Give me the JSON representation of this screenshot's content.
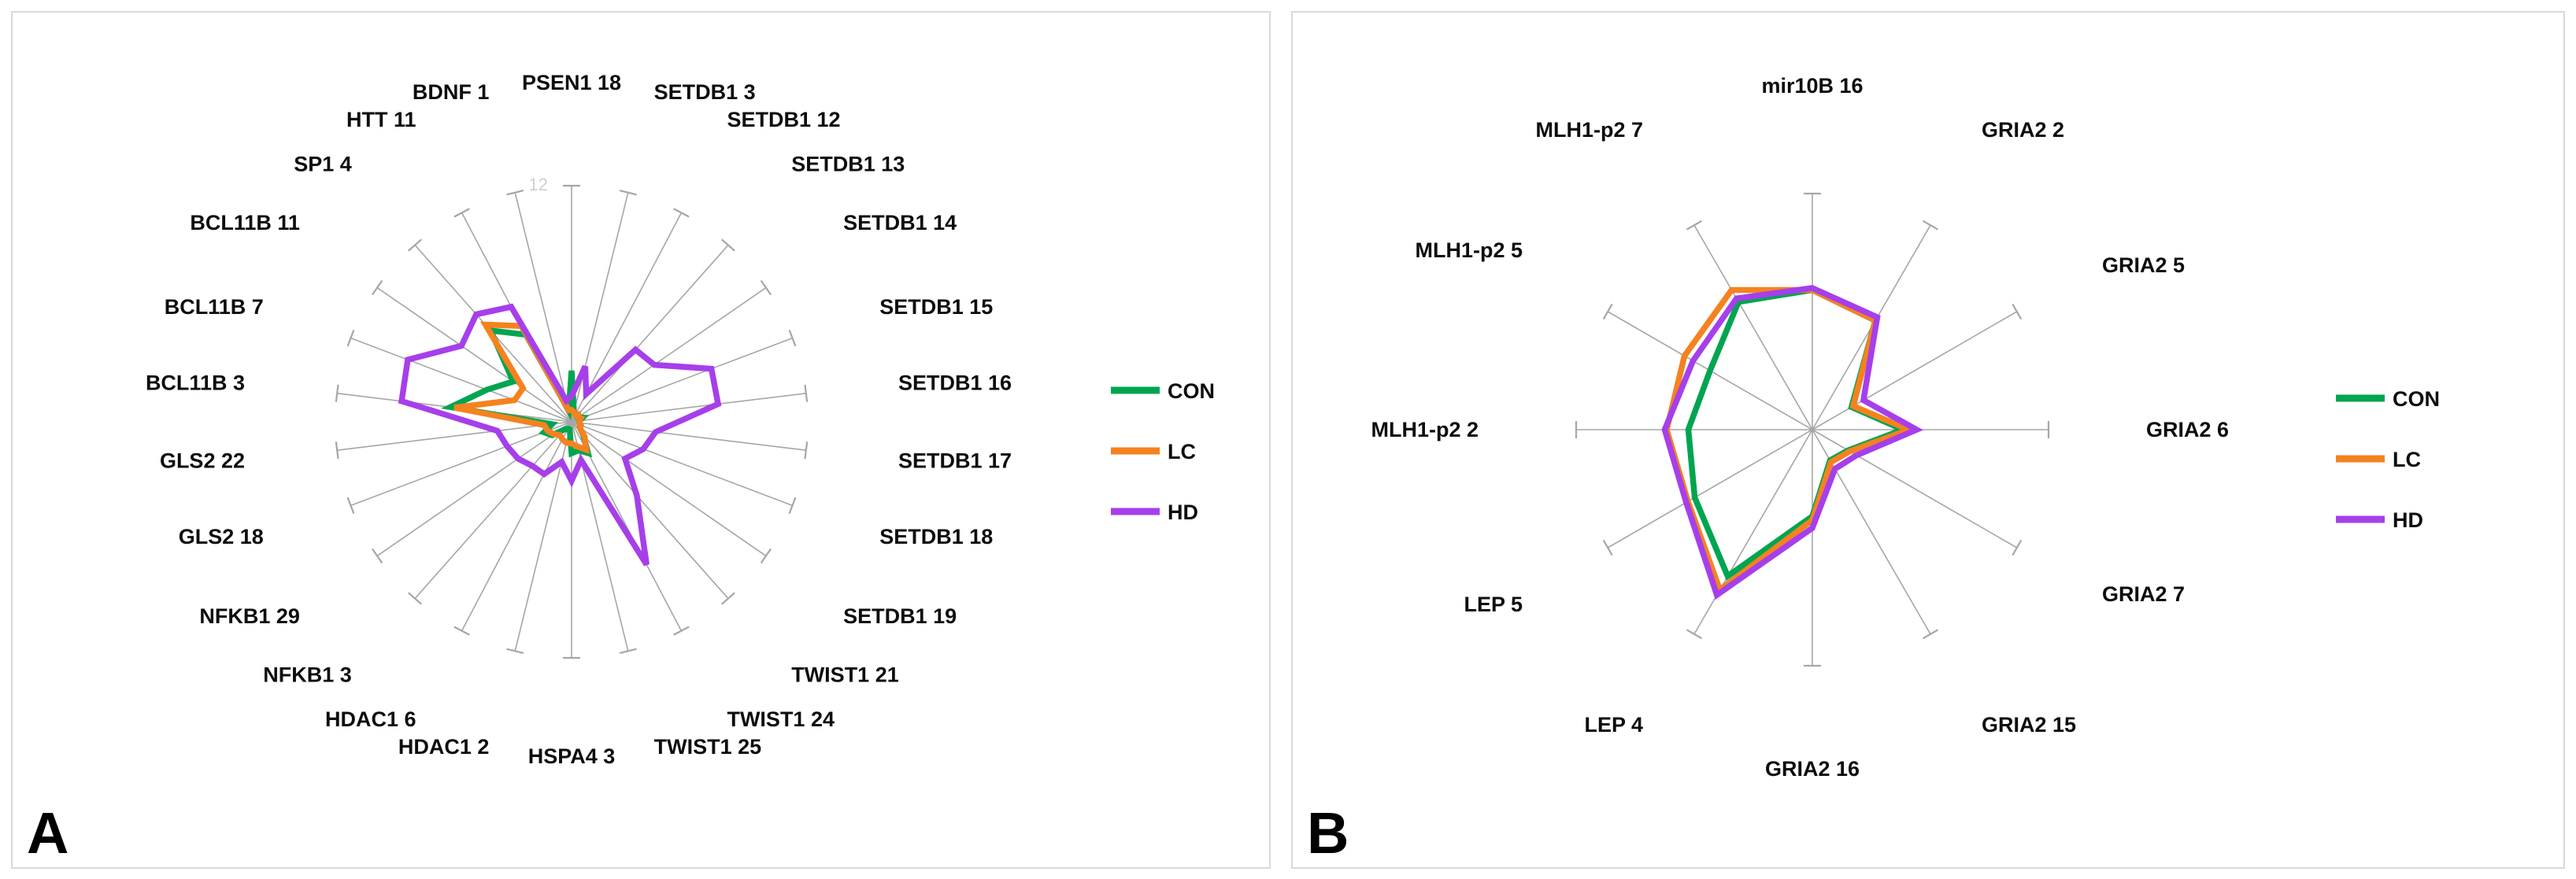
{
  "figure": {
    "panels": [
      {
        "letter": "A",
        "radial_tick_label": "12",
        "legend": [
          {
            "label": "CON",
            "color": "#00A550"
          },
          {
            "label": "LC",
            "color": "#F5821F"
          },
          {
            "label": "HD",
            "color": "#A63FEA"
          }
        ]
      },
      {
        "letter": "B",
        "legend": [
          {
            "label": "CON",
            "color": "#00A550"
          },
          {
            "label": "LC",
            "color": "#F5821F"
          },
          {
            "label": "HD",
            "color": "#A63FEA"
          }
        ]
      }
    ]
  },
  "chart_data": [
    {
      "type": "radar",
      "panel": "A",
      "title": "",
      "categories": [
        "PSEN1 18",
        "SETDB1 3",
        "SETDB1 12",
        "SETDB1 13",
        "SETDB1 14",
        "SETDB1 15",
        "SETDB1 16",
        "SETDB1 17",
        "SETDB1 18",
        "SETDB1 19",
        "TWIST1 21",
        "TWIST1 24",
        "TWIST1 25",
        "HSPA4 3",
        "HDAC1 2",
        "HDAC1 6",
        "NFKB1 3",
        "NFKB1 29",
        "GLS2 18",
        "GLS2 22",
        "BCL11B 3",
        "BCL11B 7",
        "BCL11B 11",
        "SP1 4",
        "HTT 11",
        "BDNF 1"
      ],
      "rlim": [
        0,
        12
      ],
      "r_ticks": [
        12
      ],
      "grid": true,
      "legend_position": "right",
      "series": [
        {
          "name": "CON",
          "color": "#00A550",
          "values": [
            2.6,
            0.5,
            0.4,
            0.5,
            0.4,
            0.6,
            0.4,
            0.4,
            0.5,
            0.5,
            0.9,
            1.8,
            1.5,
            1.6,
            0.4,
            0.4,
            0.5,
            1.2,
            1.5,
            1.0,
            6.2,
            4.6,
            3.6,
            6.2,
            5.0,
            0.6
          ]
        },
        {
          "name": "LC",
          "color": "#F5821F",
          "values": [
            0.6,
            0.5,
            0.4,
            0.5,
            0.4,
            0.5,
            0.4,
            0.4,
            0.5,
            0.5,
            1.0,
            1.6,
            1.3,
            1.1,
            1.1,
            1.0,
            0.9,
            1.1,
            1.3,
            1.4,
            6.0,
            3.1,
            3.0,
            6.6,
            5.5,
            0.6
          ]
        },
        {
          "name": "HD",
          "color": "#A63FEA",
          "values": [
            1.3,
            2.9,
            1.6,
            4.9,
            5.1,
            7.6,
            7.5,
            4.3,
            3.9,
            3.3,
            5.0,
            8.2,
            2.0,
            3.0,
            2.1,
            3.0,
            3.0,
            3.3,
            3.5,
            3.8,
            8.7,
            8.9,
            6.8,
            7.3,
            6.6,
            1.1
          ]
        }
      ]
    },
    {
      "type": "radar",
      "panel": "B",
      "title": "",
      "categories": [
        "mir10B 16",
        "GRIA2 2",
        "GRIA2 5",
        "GRIA2 6",
        "GRIA2 7",
        "GRIA2 15",
        "GRIA2 16",
        "LEP 4",
        "LEP 5",
        "MLH1-p2 2",
        "MLH1-p2 5",
        "MLH1-p2 7"
      ],
      "rlim": [
        0,
        12
      ],
      "grid": true,
      "legend_position": "right",
      "series": [
        {
          "name": "CON",
          "color": "#00A550",
          "values": [
            7.1,
            6.4,
            2.3,
            4.6,
            2.1,
            1.8,
            4.4,
            8.6,
            6.9,
            6.3,
            6.0,
            7.5
          ]
        },
        {
          "name": "LC",
          "color": "#F5821F",
          "values": [
            7.1,
            6.4,
            2.4,
            4.9,
            2.2,
            1.9,
            4.6,
            9.4,
            7.3,
            7.4,
            7.5,
            8.2
          ]
        },
        {
          "name": "HD",
          "color": "#A63FEA",
          "values": [
            7.2,
            6.6,
            3.0,
            5.3,
            2.6,
            2.3,
            5.0,
            9.7,
            7.4,
            7.5,
            7.0,
            7.7
          ]
        }
      ]
    }
  ]
}
